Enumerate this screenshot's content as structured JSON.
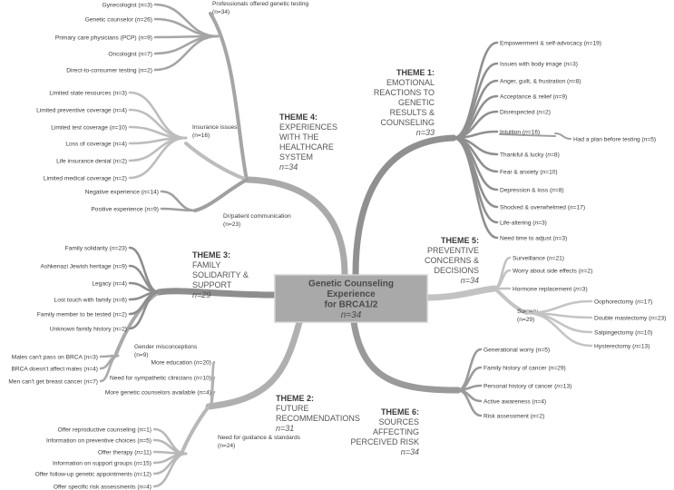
{
  "center": {
    "line1": "Genetic Counseling",
    "line2": "Experience",
    "line3": "for BRCA1/2",
    "n": "n=34"
  },
  "theme1": {
    "label": "THEME 1:",
    "line1": "EMOTIONAL",
    "line2": "REACTIONS TO",
    "line3": "GENETIC",
    "line4": "RESULTS &",
    "line5": "COUNSELING",
    "n": "n=33",
    "items": [
      "Empowerment & self-advocacy (n=19)",
      "Issues with body image (n=3)",
      "Anger, guilt, & frustration (n=8)",
      "Acceptance & relief (n=9)",
      "Disrespected (n=2)",
      "Intuition (n=16)",
      "Thankful & lucky (n=8)",
      "Fear & anxiety (n=10)",
      "Depression & loss (n=8)",
      "Shocked & overwhelmed (n=17)",
      "Life-altering (n=3)",
      "Need time to adjust (n=3)"
    ],
    "intuition_child": "Had a plan before testing (n=5)"
  },
  "theme4": {
    "label": "THEME 4:",
    "line1": "EXPERIENCES",
    "line2": "WITH THE",
    "line3": "HEALTHCARE",
    "line4": "SYSTEM",
    "n": "n=34",
    "professionals_title": "Professionals offered genetic testing",
    "professionals_n": "(n=34)",
    "professionals": [
      "Gynecologist (n=3)",
      "Genetic counselor (n=26)",
      "Primary care physicians (PCP) (n=9)",
      "Oncologist (n=7)",
      "Direct-to-consumer testing (n=2)"
    ],
    "insurance_title": "Insurance issues",
    "insurance_n": "(n=16)",
    "insurance": [
      "Limited state resources (n=3)",
      "Limited preventive coverage (n=4)",
      "Limited test coverage (n=10)",
      "Loss of coverage (n=4)",
      "Life insurance denial (n=2)",
      "Limited medical coverage (n=2)"
    ],
    "communication_title": "Dr/patient communication",
    "communication_n": "(n=23)",
    "communication": [
      "Negative experience (n=14)",
      "Positive experience (n=9)"
    ]
  },
  "theme3": {
    "label": "THEME 3:",
    "line1": "FAMILY",
    "line2": "SOLIDARITY &",
    "line3": "SUPPORT",
    "n": "n=29",
    "items": [
      "Family solidarity (n=23)",
      "Ashkenazi Jewish heritage (n=9)",
      "Legacy (n=4)",
      "Lost touch with family (n=6)",
      "Family member to be tested (n=2)",
      "Unknown family history (n=2)"
    ],
    "gender_title": "Gender misconceptions",
    "gender_n": "(n=9)",
    "gender": [
      "Males can't pass on BRCA (n=3)",
      "BRCA doesn't affect males (n=4)",
      "Men can't get breast cancer (n=7)"
    ]
  },
  "theme2": {
    "label": "THEME 2:",
    "line1": "FUTURE",
    "line2": "RECOMMENDATIONS",
    "n": "n=31",
    "items": [
      "More education (n=20)",
      "Need for sympathetic clinicians (n=10)",
      "More genetic counselors available (n=4)"
    ],
    "guidance_title": "Need for guidance & standards",
    "guidance_n": "(n=24)",
    "guidance": [
      "Offer reproductive counseling (n=1)",
      "Information on preventive choices (n=5)",
      "Offer therapy (n=11)",
      "Information on support groups (n=15)",
      "Offer follow-up genetic appointments (n=12)",
      "Offer specific risk assessments (n=4)"
    ]
  },
  "theme5": {
    "label": "THEME 5:",
    "line1": "PREVENTIVE",
    "line2": "CONCERNS &",
    "line3": "DECISIONS",
    "n": "n=34",
    "items": [
      "Surveillance (n=21)",
      "Worry about side effects (n=2)",
      "Hormone replacement (n=3)"
    ],
    "surgery_title": "Surgery",
    "surgery_n": "(n=29)",
    "surgery": [
      "Oophorectomy (n=17)",
      "Double mastectomy (n=23)",
      "Salpingectomy (n=10)",
      "Hysterectomy (n=13)"
    ]
  },
  "theme6": {
    "label": "THEME 6:",
    "line1": "SOURCES",
    "line2": "AFFECTING",
    "line3": "PERCEIVED RISK",
    "n": "n=34",
    "items": [
      "Generational worry (n=5)",
      "Family history of cancer (n=29)",
      "Personal history of cancer (n=13)",
      "Active awareness (n=4)",
      "Risk assessment (n=2)"
    ]
  },
  "colors": {
    "dark": "#8a8a8a",
    "medium": "#a8a8a8",
    "light": "#c4c4c4",
    "center_fill": "#a9a9a9"
  }
}
